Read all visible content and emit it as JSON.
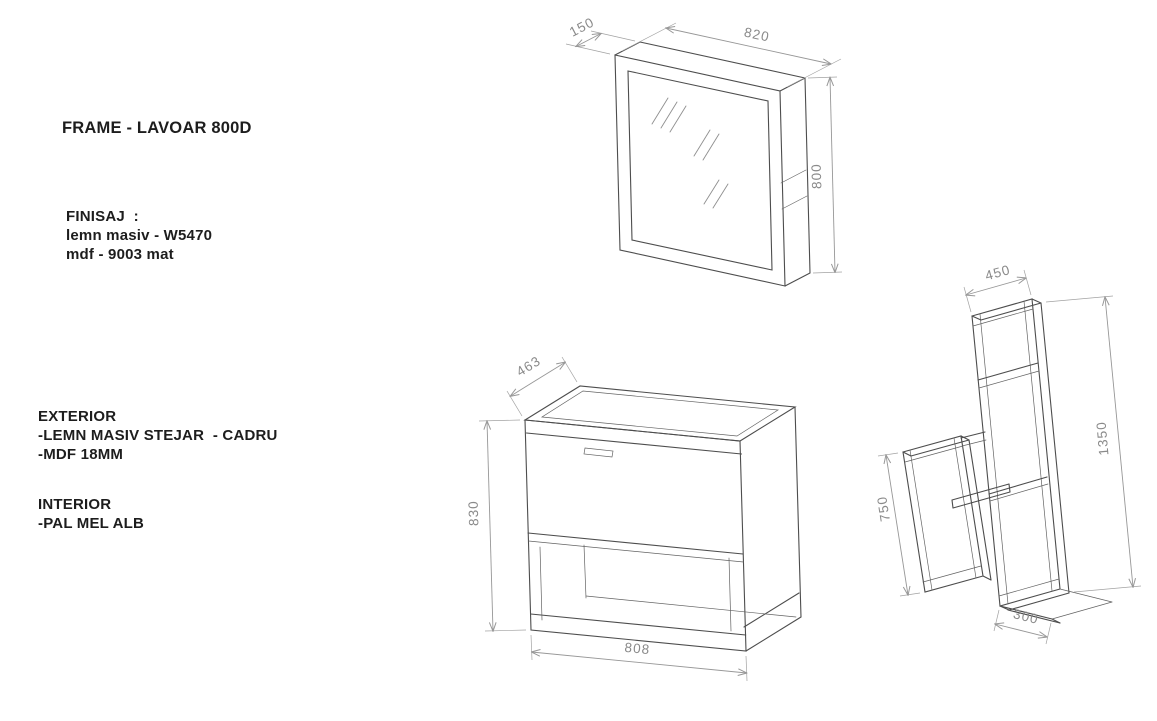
{
  "title": {
    "text": "FRAME - LAVOAR 800D"
  },
  "specs": {
    "finisaj": {
      "heading": "FINISAJ  :",
      "lines": [
        "lemn masiv - W5470",
        "mdf - 9003 mat"
      ]
    },
    "exterior": {
      "heading": "EXTERIOR",
      "lines": [
        "-LEMN MASIV STEJAR  - CADRU",
        "-MDF 18MM"
      ]
    },
    "interior": {
      "heading": "INTERIOR",
      "lines": [
        "-PAL MEL ALB"
      ]
    }
  },
  "dimensions": {
    "mirror": {
      "depth": "150",
      "width": "820",
      "height": "800"
    },
    "vanity": {
      "depth": "463",
      "height": "830",
      "width": "808"
    },
    "side": {
      "top_depth": "450",
      "height": "1350",
      "console_height": "750",
      "base_depth": "300"
    }
  },
  "colors": {
    "background": "#ffffff",
    "edge_line": "#4d4d4d",
    "dimension_line": "#979797",
    "dimension_text": "#8a8a8a",
    "label_text": "#1d1d1d"
  }
}
